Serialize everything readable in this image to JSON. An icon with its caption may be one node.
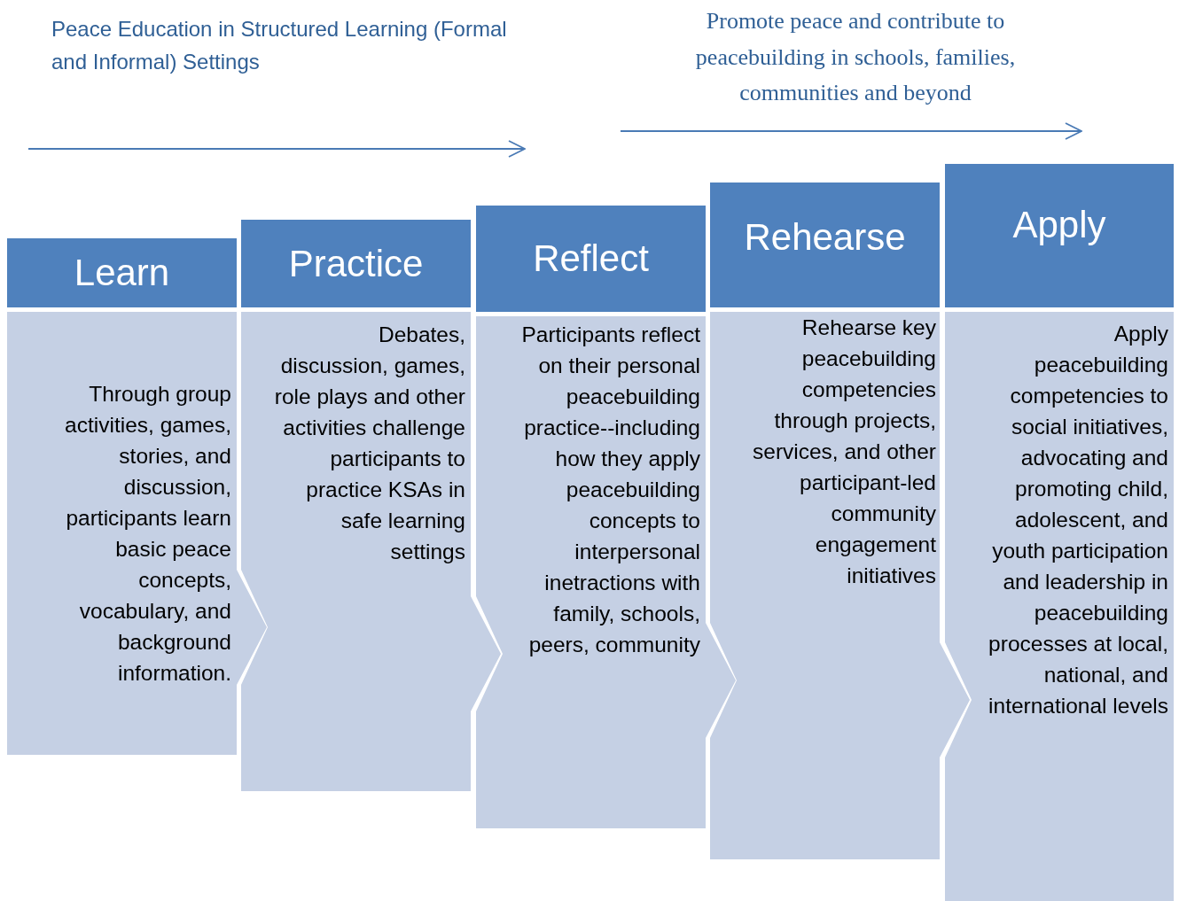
{
  "diagram": {
    "nodes": [
      {
        "text": [
          "Learn"
        ]
      },
      {
        "text": [
          "Through group activities, games, stories, and discussion, participants learn basic peace concepts, vocabulary, and background information."
        ]
      },
      {
        "text": [
          "Practice"
        ]
      },
      {
        "text": [
          "Debates, discussion, games, role plays and other activities challenge participants to practice KSAs in safe learning settings"
        ]
      },
      {
        "text": [
          "Reflect"
        ]
      },
      {
        "text": [
          "Participants reflect on their personal peacebuilding practice--including how they apply peacebuilding concepts to interpersonal inetractions with family, schools, peers, community"
        ]
      },
      {
        "text": [
          "Rehearse"
        ]
      },
      {
        "text": [
          "Rehearse key peacebuilding competencies through projects, services, and other participant-led community engagement initiatives"
        ]
      },
      {
        "text": [
          "Apply"
        ]
      },
      {
        "text": [
          "Apply peacebuilding competencies to social initiatives, advocating and promoting child, adolescent, and youth participation and leadership in peacebuilding processes at local, national, and international levels"
        ]
      }
    ],
    "labels": [
      "Peace Education in Structured Learning (Formal and Informal) Settings",
      "Promote peace and contribute to peacebuilding in schools, families, communities and beyond"
    ]
  }
}
